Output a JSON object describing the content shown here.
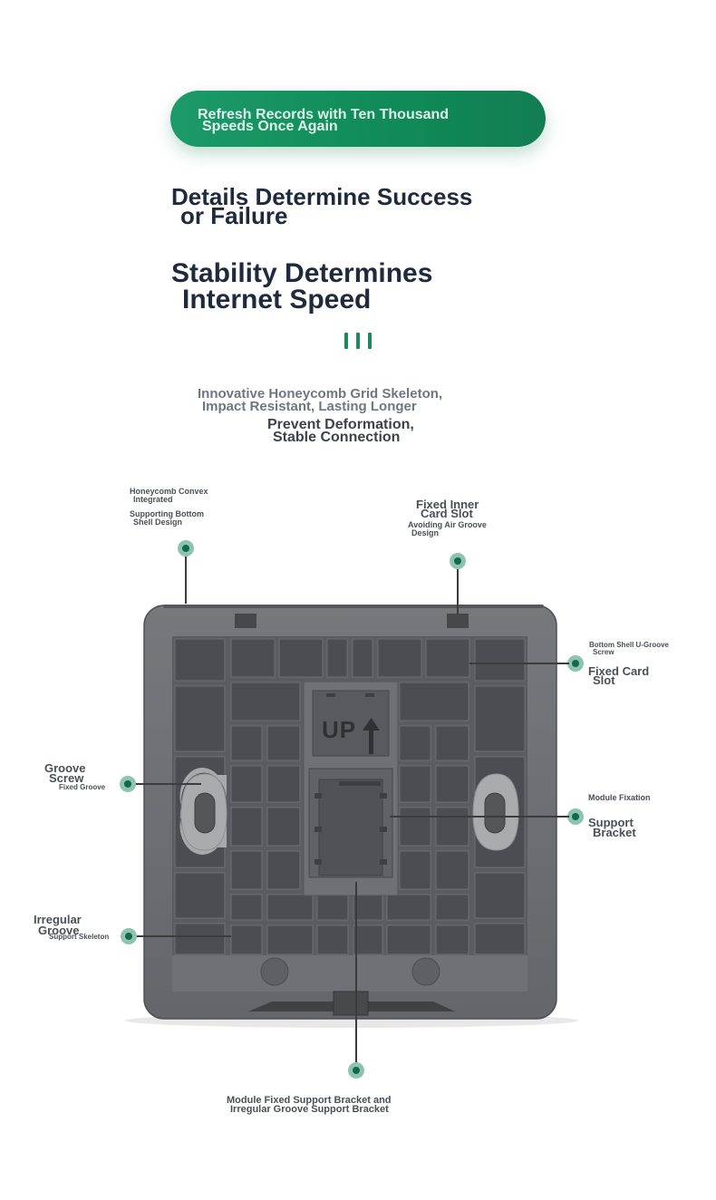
{
  "banner": {
    "line1": "Refresh Records with Ten Thousand",
    "line2": "Speeds Once Again"
  },
  "headline1": {
    "line1": "Details Determine Success",
    "line2": "or Failure"
  },
  "headline2": {
    "line1": "Stability Determines",
    "line2": "Internet Speed"
  },
  "subtitle": {
    "line1": "Innovative Honeycomb Grid Skeleton,",
    "line2": "Impact Resistant, Lasting Longer",
    "line3": "Prevent Deformation,",
    "line4": "Stable Connection"
  },
  "device": {
    "arrow_label": "UP"
  },
  "callouts": {
    "honeycomb": {
      "line1": "Honeycomb Convex",
      "line2": "Integrated",
      "line3": "Supporting Bottom",
      "line4": "Shell Design"
    },
    "inner_slot": {
      "title1": "Fixed Inner",
      "title2": "Card Slot",
      "sub1": "Avoiding Air Groove",
      "sub2": "Design"
    },
    "card_slot": {
      "sub1": "Bottom Shell U-Groove",
      "sub2": "Screw",
      "title1": "Fixed Card",
      "title2": "Slot"
    },
    "groove_screw": {
      "title1": "Groove",
      "title2": "Screw",
      "sub": "Fixed Groove"
    },
    "module": {
      "sub": "Module Fixation",
      "title1": "Support",
      "title2": "Bracket"
    },
    "irregular": {
      "title1": "Irregular",
      "title2": "Groove",
      "sub": "Support Skeleton"
    },
    "bottom": {
      "line1": "Module Fixed Support Bracket and",
      "line2": "Irregular Groove Support Bracket"
    }
  },
  "colors": {
    "accent_green": "#0f8a58",
    "dot_outer": "#8fc3b1",
    "dot_inner": "#0f6b49",
    "device_body": "#6b6d72",
    "device_cell": "#4d4f54",
    "headline": "#1f2a3c"
  }
}
